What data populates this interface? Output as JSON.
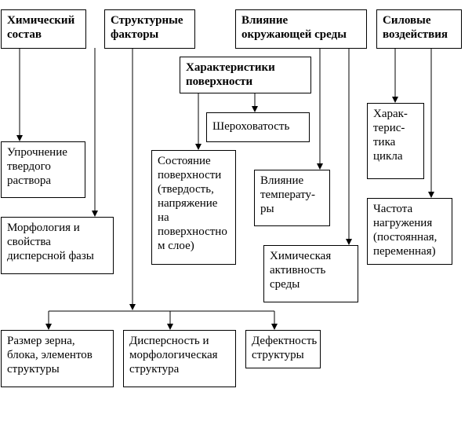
{
  "boxes": {
    "chem_composition": "Химический\nсостав",
    "structural_factors": "Структурные\nфакторы",
    "environment_influence": "Влияние\nокружающей среды",
    "force_effects": "Силовые\nвоздействия",
    "surface_characteristics": "Характеристики\nповерхности",
    "roughness": "Шероховатость",
    "solid_solution_hardening": "Упрочнение\nтвердого\nраствора",
    "disperse_phase_morphology": "Морфология и\nсвойства\nдисперсной фазы",
    "surface_state": "Состояние\nповерхности\n(твердость,\nнапряжение\nна\nповерхностно\nм слое)",
    "temperature_influence": "Влияние\nтемперату-\nры",
    "chemical_activity": "Химическая\nактивность\nсреды",
    "cycle_characteristic": "Харак-\nтерис-\nтика\nцикла",
    "loading_frequency": "Частота\nнагружения\n(постоянная,\nпеременная)",
    "grain_size": "Размер зерна,\nблока, элементов\nструктуры",
    "dispersity_morphology": "Дисперсность и\nморфологическая\nструктура",
    "structure_defects": "Дефектность\nструктуры"
  }
}
